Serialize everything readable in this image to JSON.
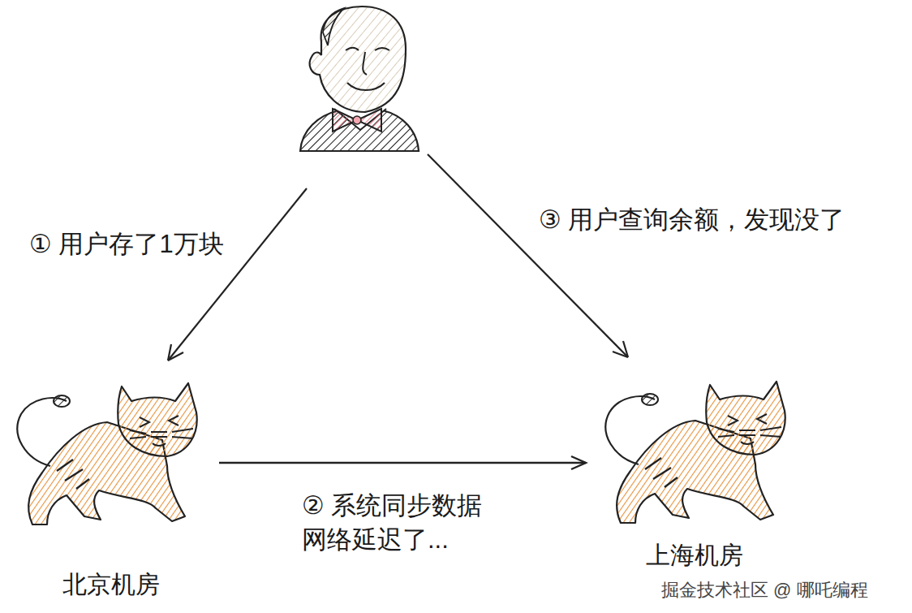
{
  "diagram": {
    "nodes": [
      {
        "text": [
          "北京机房"
        ]
      },
      {
        "text": [
          "上海机房"
        ]
      }
    ],
    "edges": [
      {
        "from": 0,
        "to": 1,
        "arrow": "to",
        "label": "② 系统同步数据 网络延迟了..."
      }
    ],
    "labels": [
      "① 用户存了1万块",
      "③ 用户查询余额，发现没了",
      "掘金技术社区 @ 哪吒编程"
    ]
  }
}
